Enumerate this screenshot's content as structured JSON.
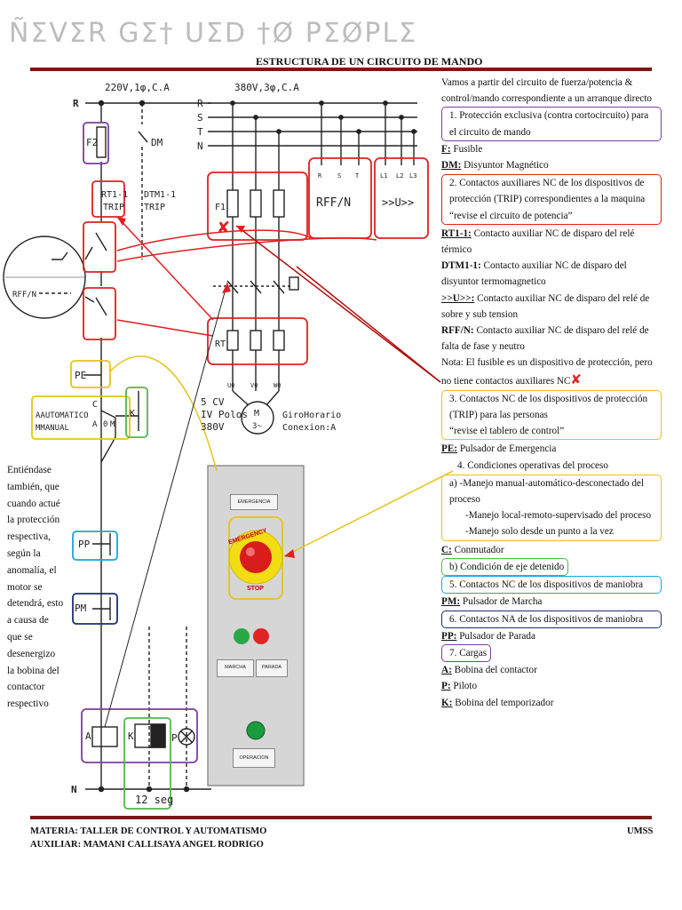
{
  "watermark": "ÑΣVΣR GΣ† UΣD †Ø PΣØPLΣ",
  "title": "ESTRUCTURA DE UN CIRCUITO DE MANDO",
  "diagram": {
    "supply_1ph": "220V,1φ,C.A",
    "supply_3ph": "380V,3φ,C.A",
    "line_R": "R",
    "line_N": "N",
    "lines_3ph": [
      "R",
      "S",
      "T",
      "N"
    ],
    "F2": "F2",
    "DM": "DM",
    "RT11": "RT1-1",
    "TRIP": "TRIP",
    "DTM11": "DTM1-1",
    "TRIP2": "TRIP",
    "RFFN_zoom": "RFF/N",
    "F1": "F1",
    "RT": "RT",
    "RFFN_box": "RFF/N",
    "U_box": ">>U>>",
    "RFF_terms": [
      "R",
      "S",
      "T"
    ],
    "U_terms": [
      "L1",
      "L2",
      "L3"
    ],
    "PE": "PE",
    "C": "C",
    "switch_auto": "AAUTOMATICO",
    "switch_manual": "MMANUAL",
    "switch_A": "A",
    "switch_0": "0",
    "switch_M": "M",
    "K_contact": "K",
    "motor_specs": [
      "5 CV",
      "IV Polos",
      "380V"
    ],
    "motor_label": "M",
    "motor_phase": "3~",
    "motor_rotation": [
      "GiroHorario",
      "Conexion:A"
    ],
    "motor_terms": [
      "U0",
      "V0",
      "W0"
    ],
    "PP": "PP",
    "PM": "PM",
    "coil_A": "A",
    "coil_K": "K",
    "pilot_P": "P",
    "timer": "12 seg"
  },
  "panel": {
    "emergencia": "EMERGENCIA",
    "emergency_top": "EMERGENCY",
    "emergency_bottom": "STOP",
    "marcha": "MARCHA",
    "parada": "PARADA",
    "operacion": "OPERACION"
  },
  "right": {
    "intro": "Vamos a partir del circuito de fuerza/potencia & control/mando correspondiente a un arranque directo",
    "item1": "1.   Protección exclusiva (contra cortocircuito) para el circuito de mando",
    "f_key": "F:",
    "f_val": " Fusible",
    "dm_key": "DM:",
    "dm_val": " Disyuntor Magnético",
    "item2": "2.   Contactos auxiliares NC de los dispositivos de protección (TRIP) correspondientes a la maquina",
    "item2b": "“revise el circuito de potencia”",
    "rt_key": "RT1-1:",
    "rt_val": " Contacto auxiliar NC de disparo del relé térmico",
    "dtm_key": "DTM1-1:",
    "dtm_val": " Contacto auxiliar NC de disparo del disyuntor termomagnetico",
    "u_key": ">>U>>:",
    "u_val": " Contacto auxiliar NC de disparo del relé de sobre y sub tension",
    "rff_key": "RFF/N:",
    "rff_val": " Contacto auxiliar NC de disparo del relé de falta de fase y neutro",
    "nota": "Nota: El fusible es un dispositivo de protección, pero no tiene contactos auxiliares NC",
    "x_mark": "✘",
    "item3": "3.   Contactos NC de los dispositivos de protección (TRIP) para las personas",
    "item3b": "“revise el tablero de control”",
    "pe_key": "PE:",
    "pe_val": " Pulsador de Emergencia",
    "item4": "4.   Condiciones operativas del proceso",
    "item4a": "a)   -Manejo manual-automático-desconectado del proceso",
    "item4a2": "-Manejo local-remoto-supervisado del proceso",
    "item4a3": "-Manejo solo desde un punto a la vez",
    "c_key": "C:",
    "c_val": " Conmutador",
    "item_b": "b)   Condición de eje detenido",
    "item5": "5.   Contactos NC de los dispositivos de maniobra",
    "pm_key": "PM:",
    "pm_val": " Pulsador de Marcha",
    "item6": "6.   Contactos NA de los dispositivos de maniobra",
    "pp_key": "PP:",
    "pp_val": " Pulsador de Parada",
    "item7": "7.   Cargas",
    "a_key": "A:",
    "a_val": " Bobina del contactor",
    "p_key": "P:",
    "p_val": " Piloto",
    "k_key": "K:",
    "k_val": " Bobina del temporizador"
  },
  "left_note": "Entiéndase también, que cuando actué la protección respectiva, según la anomalía, el motor se detendrá, esto a causa de que se desenergizo la bobina del contactor respectivo",
  "footer": {
    "materia": "MATERIA: TALLER DE CONTROL Y AUTOMATISMO",
    "auxiliar": "AUXILIAR: MAMANI CALLISAYA ANGEL RODRIGO",
    "org": "UMSS"
  },
  "colors": {
    "purple": "#7a3fa0",
    "red": "#e02020",
    "yellow": "#e8c21a",
    "green": "#52b84b",
    "cyan": "#1aa7d6",
    "navy": "#1b2f6e",
    "rule": "#7a1a14"
  }
}
